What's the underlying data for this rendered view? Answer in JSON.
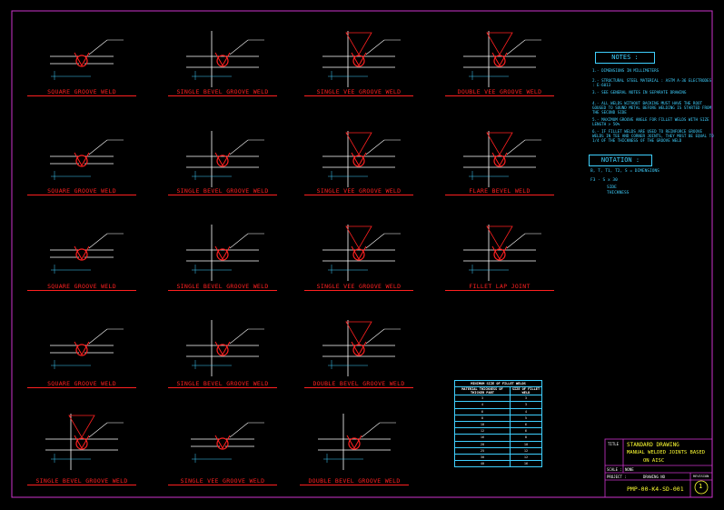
{
  "details": [
    {
      "label": "SQUARE GROOVE WELD"
    },
    {
      "label": "SINGLE BEVEL GROOVE WELD"
    },
    {
      "label": "SINGLE VEE GROOVE WELD"
    },
    {
      "label": "DOUBLE VEE GROOVE WELD"
    },
    {
      "label": "SQUARE GROOVE WELD"
    },
    {
      "label": "SINGLE BEVEL GROOVE WELD"
    },
    {
      "label": "SINGLE VEE GROOVE WELD"
    },
    {
      "label": "FLARE BEVEL WELD"
    },
    {
      "label": "SQUARE GROOVE WELD"
    },
    {
      "label": "SINGLE BEVEL GROOVE WELD"
    },
    {
      "label": "SINGLE VEE GROOVE WELD"
    },
    {
      "label": "FILLET LAP JOINT"
    },
    {
      "label": "SQUARE GROOVE WELD"
    },
    {
      "label": "SINGLE BEVEL GROOVE WELD"
    },
    {
      "label": "DOUBLE BEVEL GROOVE WELD"
    },
    {
      "label": "SINGLE BEVEL GROOVE WELD"
    },
    {
      "label": "SINGLE VEE GROOVE WELD"
    },
    {
      "label": "DOUBLE BEVEL GROOVE WELD"
    }
  ],
  "notes": {
    "title": "NOTES :",
    "items": [
      "1.- DIMENSIONS IN MILLIMETERS",
      "2.- STRUCTURAL STEEL MATERIAL : ASTM A-36 ELECTRODES : E-6013",
      "3.- SEE GENERAL NOTES IN SEPARATE DRAWING",
      "4.- ALL WELDS WITHOUT BACKING MUST HAVE THE ROOT GOUGED TO SOUND METAL BEFORE WELDING IS STARTED FROM THE SECOND SIDE",
      "5.- MAXIMUM GROOVE ANGLE FOR FILLET WELDS WITH SIZE LENGTH > 50%",
      "6.- IF FILLET WELDS ARE USED TO REINFORCE GROOVE WELDS IN TEE AND CORNER JOINTS, THEY MUST BE EQUAL TO 1/4 OF THE THICKNESS OF THE GROOVE WELD"
    ]
  },
  "notation": {
    "title": "NOTATION :",
    "line1": "B, T, T1, T2, S = DIMENSIONS",
    "line2": "F3 - S x 30",
    "line3": "SIDE",
    "line4": "THICKNESS"
  },
  "fillet_table": {
    "title": "MINIMUM SIZE OF FILLET WELDS",
    "headers": [
      "MATERIAL THICKNESS OF THICKER PART",
      "SIZE OF FILLET WELD"
    ],
    "rows": [
      [
        "3",
        "3"
      ],
      [
        "4",
        "3"
      ],
      [
        "6",
        "4"
      ],
      [
        "8",
        "5"
      ],
      [
        "10",
        "6"
      ],
      [
        "12",
        "6"
      ],
      [
        "16",
        "8"
      ],
      [
        "20",
        "10"
      ],
      [
        "25",
        "12"
      ],
      [
        "30",
        "12"
      ],
      [
        "40",
        "16"
      ]
    ]
  },
  "title_block": {
    "title_label": "TITLE",
    "drawing_type": "STANDARD DRAWING",
    "subject": "MANUAL WELDED JOINTS BASED",
    "subject2": "ON AISC",
    "scale_label": "SCALE :",
    "scale_value": "NONE",
    "project_label": "PROJECT :",
    "drawing_no_label": "DRAWING NO",
    "drawing_no": "PMP-00-K4-SD-001",
    "revision_label": "REVISION",
    "revision": "1"
  },
  "colors": {
    "background": "#000000",
    "border": "#cc33cc",
    "steel": "#ffffff",
    "weld": "#ff2020",
    "dimension": "#3fd0ff",
    "label": "#ff2020",
    "tb_yellow": "#ffff33",
    "tb_green": "#33ff33"
  }
}
